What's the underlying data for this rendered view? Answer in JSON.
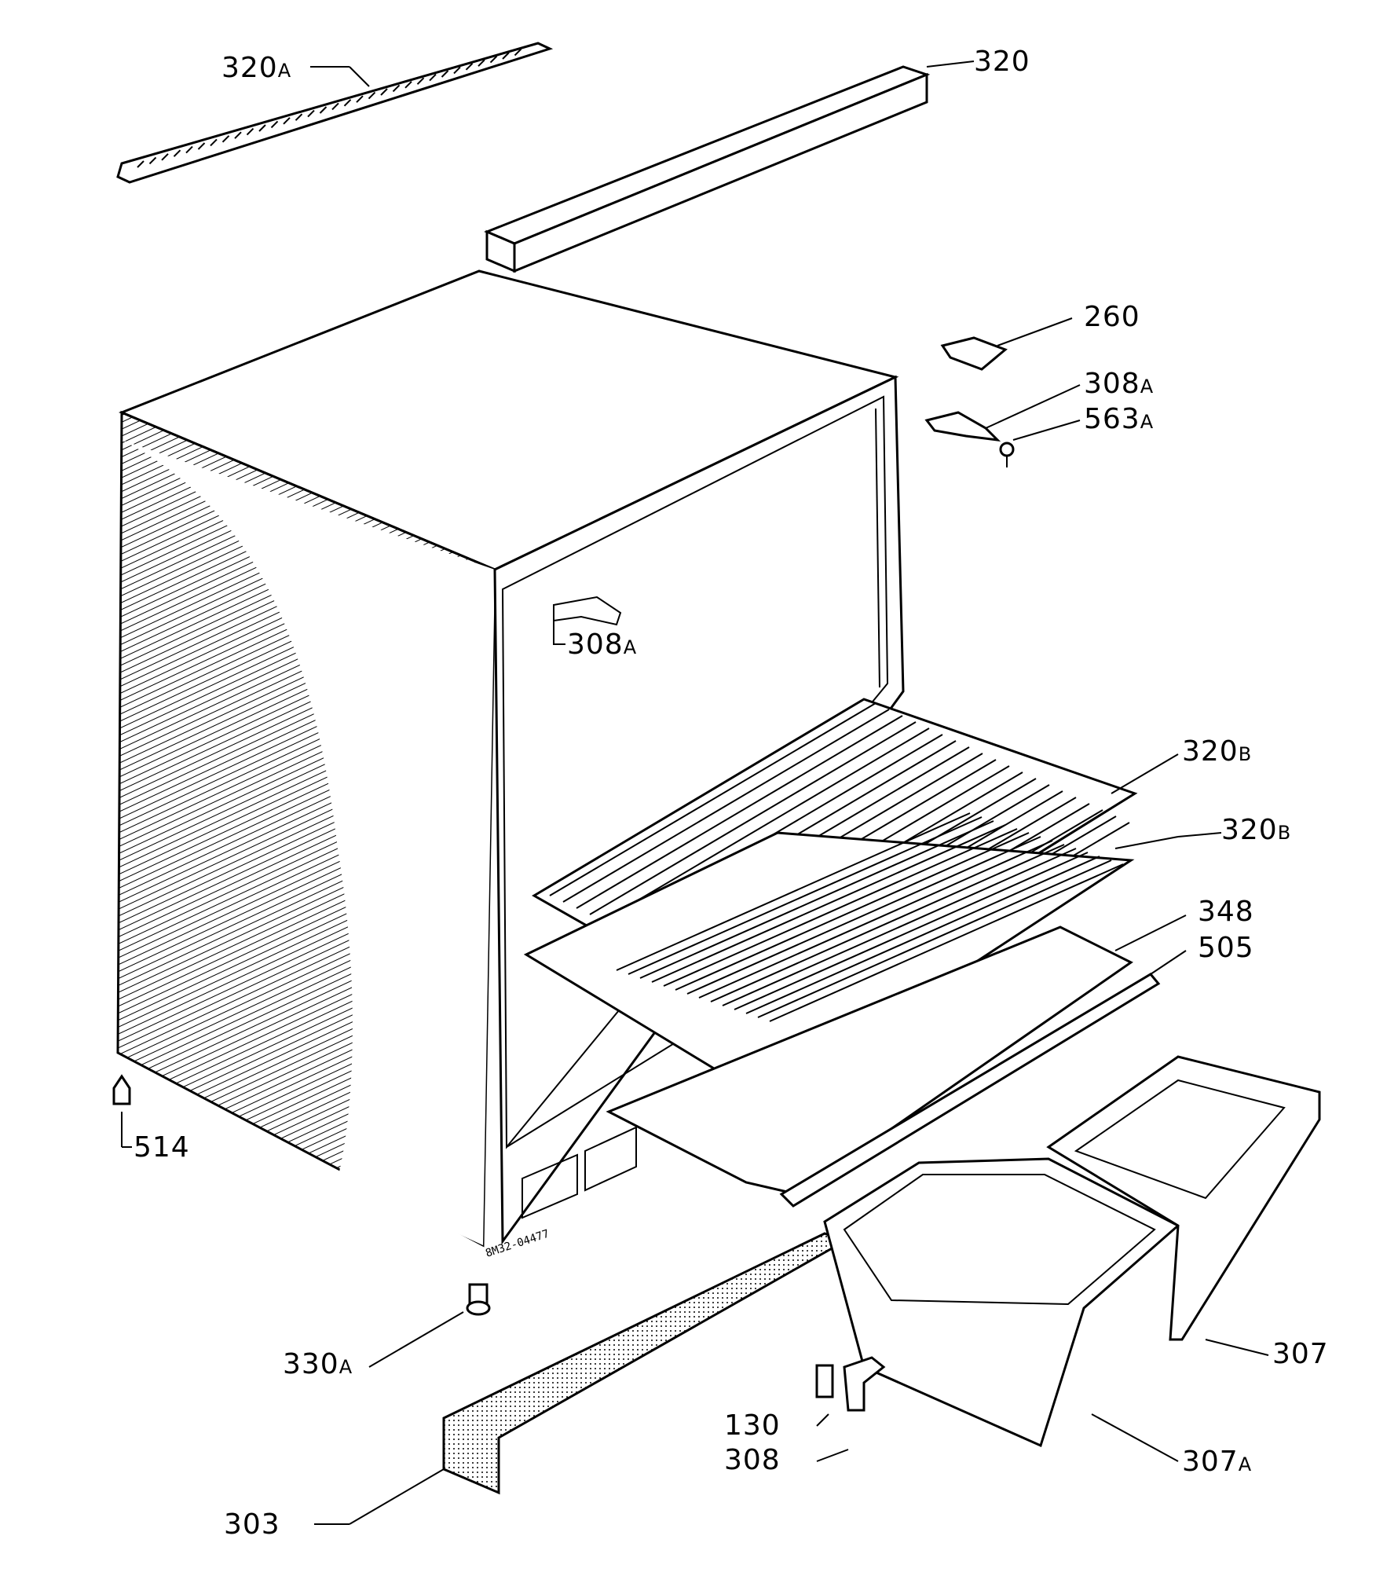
{
  "callouts": {
    "c320a": {
      "num": "320",
      "suf": "A"
    },
    "c320": {
      "num": "320",
      "suf": ""
    },
    "c260": {
      "num": "260",
      "suf": ""
    },
    "c308a_top": {
      "num": "308",
      "suf": "A"
    },
    "c563a": {
      "num": "563",
      "suf": "A"
    },
    "c308a_inner": {
      "num": "308",
      "suf": "A"
    },
    "c320b_1": {
      "num": "320",
      "suf": "B"
    },
    "c320b_2": {
      "num": "320",
      "suf": "B"
    },
    "c348": {
      "num": "348",
      "suf": ""
    },
    "c505": {
      "num": "505",
      "suf": ""
    },
    "c514": {
      "num": "514",
      "suf": ""
    },
    "c330a": {
      "num": "330",
      "suf": "A"
    },
    "c307": {
      "num": "307",
      "suf": ""
    },
    "c130": {
      "num": "130",
      "suf": ""
    },
    "c308": {
      "num": "308",
      "suf": ""
    },
    "c307a": {
      "num": "307",
      "suf": "A"
    },
    "c303": {
      "num": "303",
      "suf": ""
    }
  },
  "drawing_code": "8M32-04477"
}
